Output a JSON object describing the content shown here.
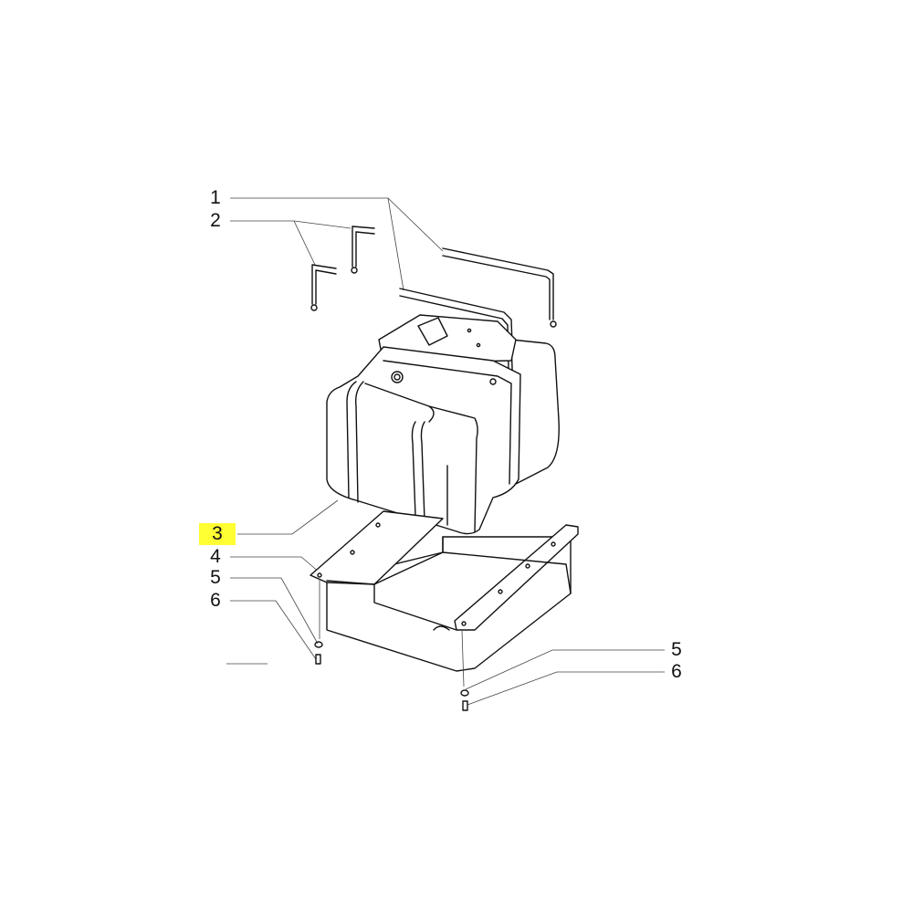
{
  "diagram": {
    "callouts": [
      {
        "id": "1",
        "label": "1",
        "highlighted": false
      },
      {
        "id": "2",
        "label": "2",
        "highlighted": false
      },
      {
        "id": "3",
        "label": "3",
        "highlighted": true
      },
      {
        "id": "4",
        "label": "4",
        "highlighted": false
      },
      {
        "id": "5",
        "label": "5",
        "highlighted": false
      },
      {
        "id": "6",
        "label": "6",
        "highlighted": false
      },
      {
        "id": "5b",
        "label": "5",
        "highlighted": false
      },
      {
        "id": "6b",
        "label": "6",
        "highlighted": false
      }
    ],
    "highlight_color": "#ffff33"
  }
}
